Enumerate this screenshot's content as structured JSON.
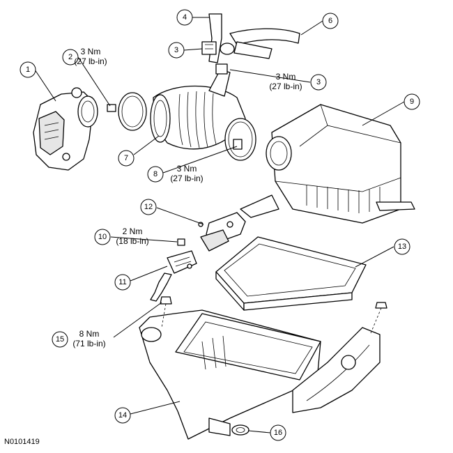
{
  "figure_id": "N0101419",
  "callouts": [
    {
      "num": "1"
    },
    {
      "num": "2",
      "line1": "3 Nm",
      "line2": "(27 lb-in)"
    },
    {
      "num": "3"
    },
    {
      "num": "3",
      "line1": "3 Nm",
      "line2": "(27 lb-in)"
    },
    {
      "num": "4"
    },
    {
      "num": "6"
    },
    {
      "num": "7"
    },
    {
      "num": "8",
      "line1": "3 Nm",
      "line2": "(27 lb-in)"
    },
    {
      "num": "9"
    },
    {
      "num": "10",
      "line1": "2 Nm",
      "line2": "(18 lb-in)"
    },
    {
      "num": "11"
    },
    {
      "num": "12"
    },
    {
      "num": "13"
    },
    {
      "num": "14"
    },
    {
      "num": "15",
      "line1": "8 Nm",
      "line2": "(71 lb-in)"
    },
    {
      "num": "16"
    }
  ]
}
